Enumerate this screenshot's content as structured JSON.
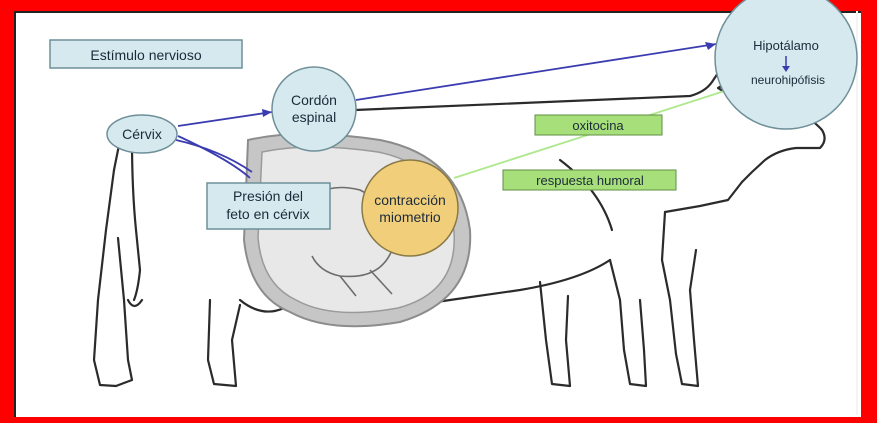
{
  "diagram": {
    "legend_box": "Estímulo nervioso",
    "nodes": {
      "cervix": "Cérvix",
      "cordon_line1": "Cordón",
      "cordon_line2": "espinal",
      "hipotalamo": "Hipotálamo",
      "neurohipofisis": "neurohipófisis",
      "presion_line1": "Presión del",
      "presion_line2": "feto en cérvix",
      "contraccion_line1": "contracción",
      "contraccion_line2": "miometrio"
    },
    "tags": {
      "oxitocina": "oxitocina",
      "respuesta_humoral": "respuesta humoral"
    }
  },
  "colors": {
    "frame": "#ff0000",
    "node_fill": "#d6e9ee",
    "node_stroke": "#6f8f99",
    "contraction_fill": "#f1cf7a",
    "tag_green": "#a7e07a",
    "nerve_line": "#3b3cb0",
    "humoral_line": "#aee88c"
  }
}
